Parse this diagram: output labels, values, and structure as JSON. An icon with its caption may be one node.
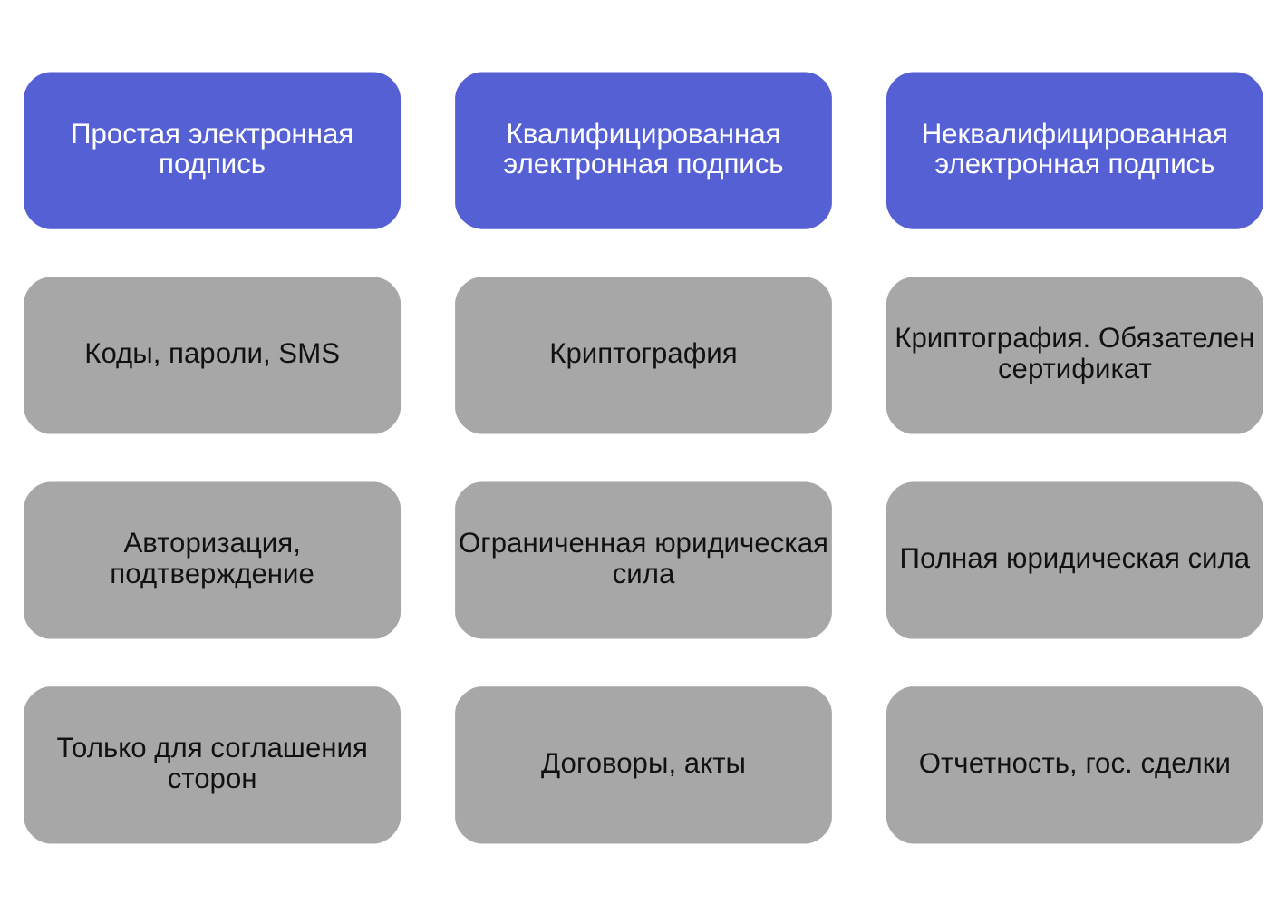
{
  "diagram": {
    "nodes": [
      {
        "text": [
          "Простая электронная подпись"
        ]
      },
      {
        "text": [
          "Квалифицированная электронная подпись"
        ]
      },
      {
        "text": [
          "Неквалифицированная электронная подпись"
        ]
      },
      {
        "text": [
          "Коды, пароли, SMS"
        ]
      },
      {
        "text": [
          "Криптография"
        ]
      },
      {
        "text": [
          "Криптография. Обязателен сертификат"
        ]
      },
      {
        "text": [
          "Авторизация, подтверждение"
        ]
      },
      {
        "text": [
          "Ограниченная юридическая сила"
        ]
      },
      {
        "text": [
          "Полная юридическая сила"
        ]
      },
      {
        "text": [
          "Только для соглашения сторон"
        ]
      },
      {
        "text": [
          "Договоры, акты"
        ]
      },
      {
        "text": [
          "Отчетность, гос. сделки"
        ]
      }
    ],
    "edges": []
  }
}
